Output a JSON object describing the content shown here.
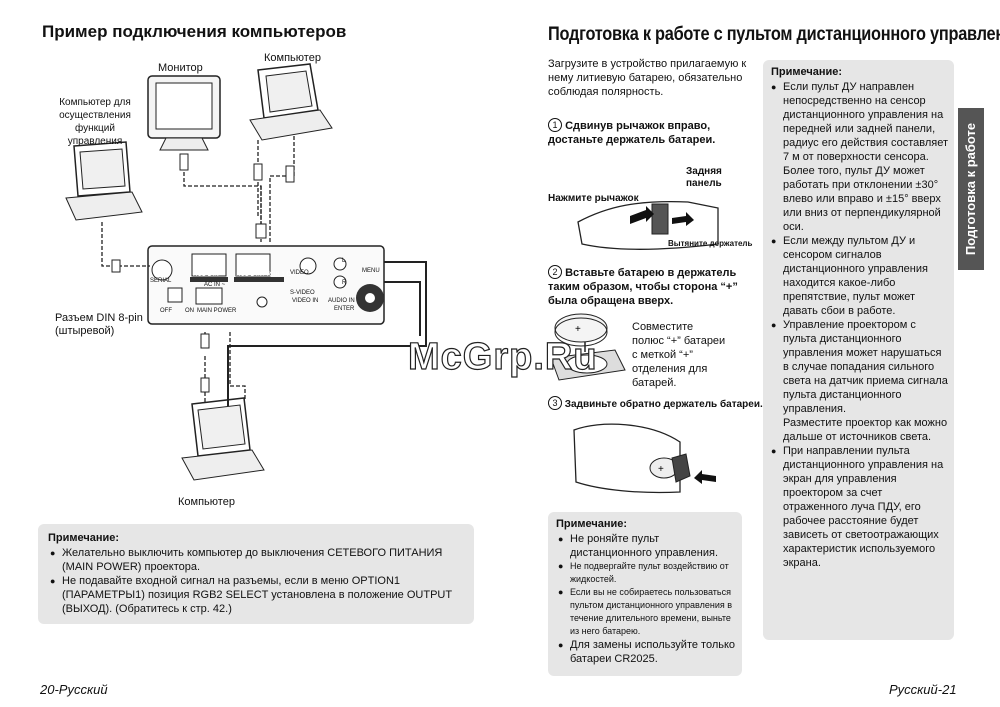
{
  "left": {
    "title": "Пример подключения компьютеров",
    "labels": {
      "monitor": "Монитор",
      "computer_top": "Компьютер",
      "computer_control": "Компьютер для\nосуществления\nфункций управления",
      "din": "Разъем DIN 8-pin\n(штыревой)",
      "computer_bottom": "Компьютер"
    },
    "panel_labels": {
      "serial": "SERIAL",
      "rgb1_in": "RGB 1 IN",
      "rgb2_in": "RGB 2 IN / RGB 1 OUT",
      "video": "VIDEO",
      "s_video": "S-VIDEO",
      "video_in": "VIDEO IN",
      "audio_in": "AUDIO IN",
      "ac_in": "AC IN ~",
      "off": "OFF",
      "on": "ON",
      "main_power": "MAIN POWER",
      "menu": "MENU",
      "enter": "ENTER",
      "l": "L",
      "r": "R"
    },
    "note": {
      "title": "Примечание:",
      "items": [
        "Желательно выключить компьютер до выключения СЕТЕВОГО ПИТАНИЯ (MAIN POWER) проектора.",
        "Не подавайте входной сигнал на разъемы, если в меню OPTION1 (ПАРАМЕТРЫ1) позиция RGB2 SELECT установлена в положение OUTPUT (ВЫХОД). (Обратитесь к стр. 42.)"
      ]
    },
    "footer": "20-Русский"
  },
  "right": {
    "title": "Подготовка к работе с пультом дистанционного управления",
    "intro": "Загрузите в устройство прилагаемую к нему литиевую батарею, обязательно соблюдая полярность.",
    "steps": [
      {
        "num": "1",
        "text": "Сдвинув рычажок вправо, достаньте держатель батареи."
      },
      {
        "num": "2",
        "text": "Вставьте батарею в держатель таким образом, чтобы сторона “+” была обращена вверх."
      },
      {
        "num": "3",
        "text": "Задвиньте обратно держатель батареи."
      }
    ],
    "fig1": {
      "rear_panel": "Задняя\nпанель",
      "press_lever": "Нажмите рычажок",
      "pull_holder": "Вытяните держатель"
    },
    "fig2": {
      "align": "Совместите\nполюс “+” батареи\nс меткой “+”\nотделения для\nбатарей."
    },
    "note_bottom": {
      "title": "Примечание:",
      "items": [
        {
          "text": "Не роняйте пульт дистанционного управления.",
          "small": false
        },
        {
          "text": "Не подвергайте пульт воздействию от жидкостей.",
          "small": true
        },
        {
          "text": "Если вы не собираетесь пользоваться пультом дистанционного управления в течение длительного времени, выньте из него батарею.",
          "small": true
        },
        {
          "text": "Для замены используйте только батареи CR2025.",
          "small": false
        }
      ]
    },
    "note_side": {
      "title": "Примечание:",
      "items": [
        "Если пульт ДУ направлен непосредственно на сенсор дистанционного управления на передней или задней панели, радиус его действия составляет 7 м от поверхности сенсора.",
        "Если между пультом ДУ и сенсором сигналов дистанционного управления находится какое-либо препятствие, пульт может давать сбои в работе.",
        "Управление проектором с пульта дистанционного управления может нарушаться в случае попадания сильного света на датчик приема сигнала пульта дистанционного управления.",
        "При направлении пульта дистанционного управления на экран для управления проектором за счет отраженного луча ПДУ, его рабочее расстояние будет зависеть от светоотражающих характеристик используемого экрана."
      ],
      "extra1": "Более того, пульт ДУ может работать при отклонении ±30° влево или вправо и ±15° вверх или вниз от перпендикулярной оси.",
      "extra3": "Разместите проектор как можно дальше от источников света."
    },
    "side_tab": "Подготовка к работе",
    "footer": "Русский-21"
  },
  "watermark": "McGrp.Ru"
}
